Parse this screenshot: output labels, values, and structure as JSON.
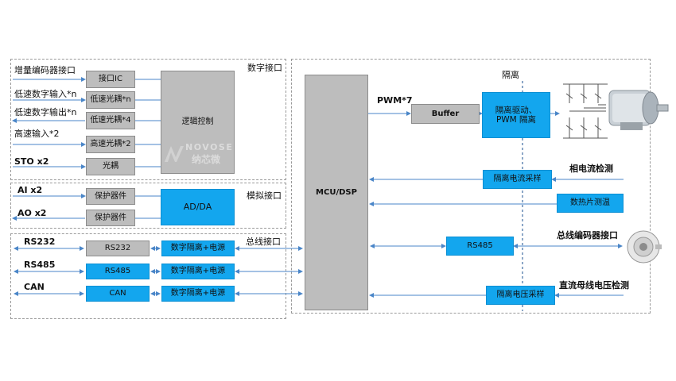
{
  "sections": {
    "digital": "数字接口",
    "analog": "模拟接口",
    "bus": "总线接口"
  },
  "digital": {
    "inputs": [
      "增量编码器接口",
      "低速数字输入*n",
      "低速数字输出*n",
      "高速输入*2",
      "STO x2"
    ],
    "blocks": [
      "接口IC",
      "低速光耦*n",
      "低速光耦*4",
      "高速光耦*2",
      "光耦"
    ],
    "logic": "逻辑控制"
  },
  "analog": {
    "inputs": [
      "AI x2",
      "AO x2"
    ],
    "blocks": [
      "保护器件",
      "保护器件"
    ],
    "adda": "AD/DA"
  },
  "bus": {
    "inputs": [
      "RS232",
      "RS485",
      "CAN"
    ],
    "phys": [
      "RS232",
      "RS485",
      "CAN"
    ],
    "iso": [
      "数字隔离+电源",
      "数字隔离+电源",
      "数字隔离+电源"
    ]
  },
  "mcu": "MCU/DSP",
  "pwm": "PWM*7",
  "buffer": "Buffer",
  "isolation_label": "隔离",
  "gate_driver": "隔离驱动、\nPWM 隔离",
  "current_sample": "隔离电流采样",
  "current_detect": "相电流检测",
  "thermistor": "数热片测温",
  "rs485_right": "RS485",
  "bus_encoder": "总线编码器接口",
  "voltage_sample": "隔离电压采样",
  "dc_bus_detect": "直流母线电压检测",
  "watermark": {
    "en": "NOVOSE",
    "cn": "纳芯微"
  },
  "colors": {
    "blue": "#13a6ee",
    "gray": "#bdbdbd",
    "wire": "#4a86c8",
    "frame": "#9a9a9a"
  }
}
